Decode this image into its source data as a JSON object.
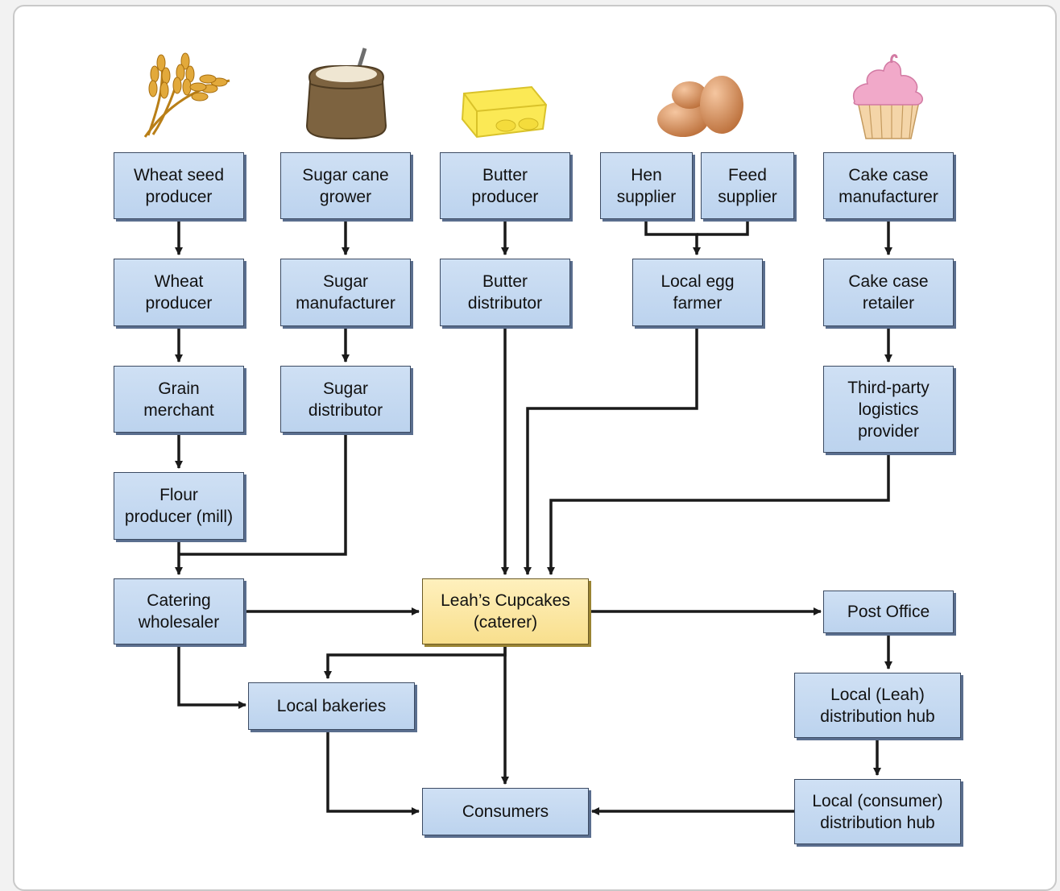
{
  "nodes": {
    "wheat_seed": "Wheat seed\nproducer",
    "sugar_cane": "Sugar cane\ngrower",
    "butter_prod": "Butter\nproducer",
    "hen": "Hen\nsupplier",
    "feed": "Feed\nsupplier",
    "cake_mfr": "Cake case\nmanufacturer",
    "wheat_prod": "Wheat\nproducer",
    "sugar_mfr": "Sugar\nmanufacturer",
    "butter_dist": "Butter\ndistributor",
    "egg_farmer": "Local egg\nfarmer",
    "cake_retail": "Cake case\nretailer",
    "grain": "Grain\nmerchant",
    "sugar_dist": "Sugar\ndistributor",
    "tpl": "Third-party\nlogistics\nprovider",
    "flour": "Flour\nproducer (mill)",
    "catering": "Catering\nwholesaler",
    "leah": "Leah’s Cupcakes\n(caterer)",
    "post": "Post Office",
    "bakeries": "Local bakeries",
    "leah_hub": "Local (Leah)\ndistribution hub",
    "consumers": "Consumers",
    "consumer_hub": "Local (consumer)\ndistribution hub"
  },
  "icons": [
    "wheat-icon",
    "sugar-sack-icon",
    "butter-icon",
    "eggs-icon",
    "cupcake-icon"
  ],
  "colors": {
    "box_fill": "#c5d9f1",
    "highlight_fill": "#fbe6a2",
    "arrow": "#1a1a1a"
  }
}
